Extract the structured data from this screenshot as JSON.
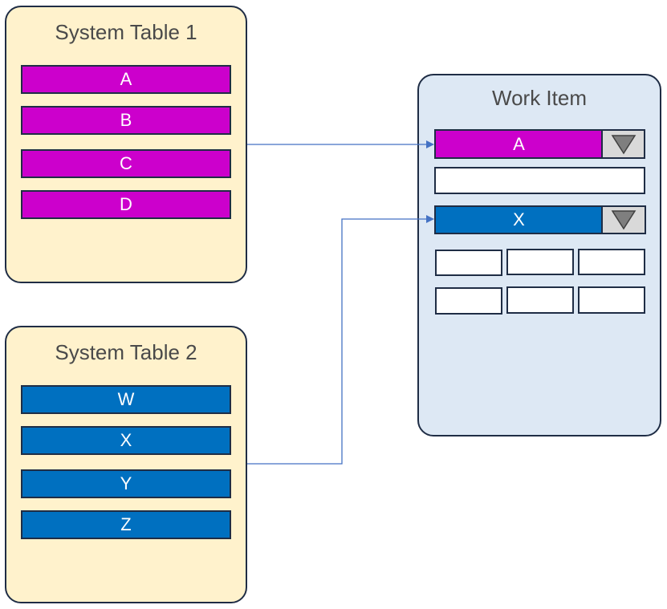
{
  "system_table_1": {
    "title": "System Table 1",
    "items": [
      "A",
      "B",
      "C",
      "D"
    ]
  },
  "system_table_2": {
    "title": "System Table 2",
    "items": [
      "W",
      "X",
      "Y",
      "Z"
    ]
  },
  "work_item": {
    "title": "Work Item",
    "field_1_value": "A",
    "field_2_value": "X"
  },
  "colors": {
    "panel_cream": "#fff2cc",
    "panel_blue": "#dde8f4",
    "table1_item": "#cc00cc",
    "table2_item": "#0070c0",
    "connector": "#4472c4",
    "dropdown": "#d9d9d9"
  },
  "icons": {
    "dropdown": "triangle-down-icon",
    "connector_end": "arrowhead-icon"
  }
}
